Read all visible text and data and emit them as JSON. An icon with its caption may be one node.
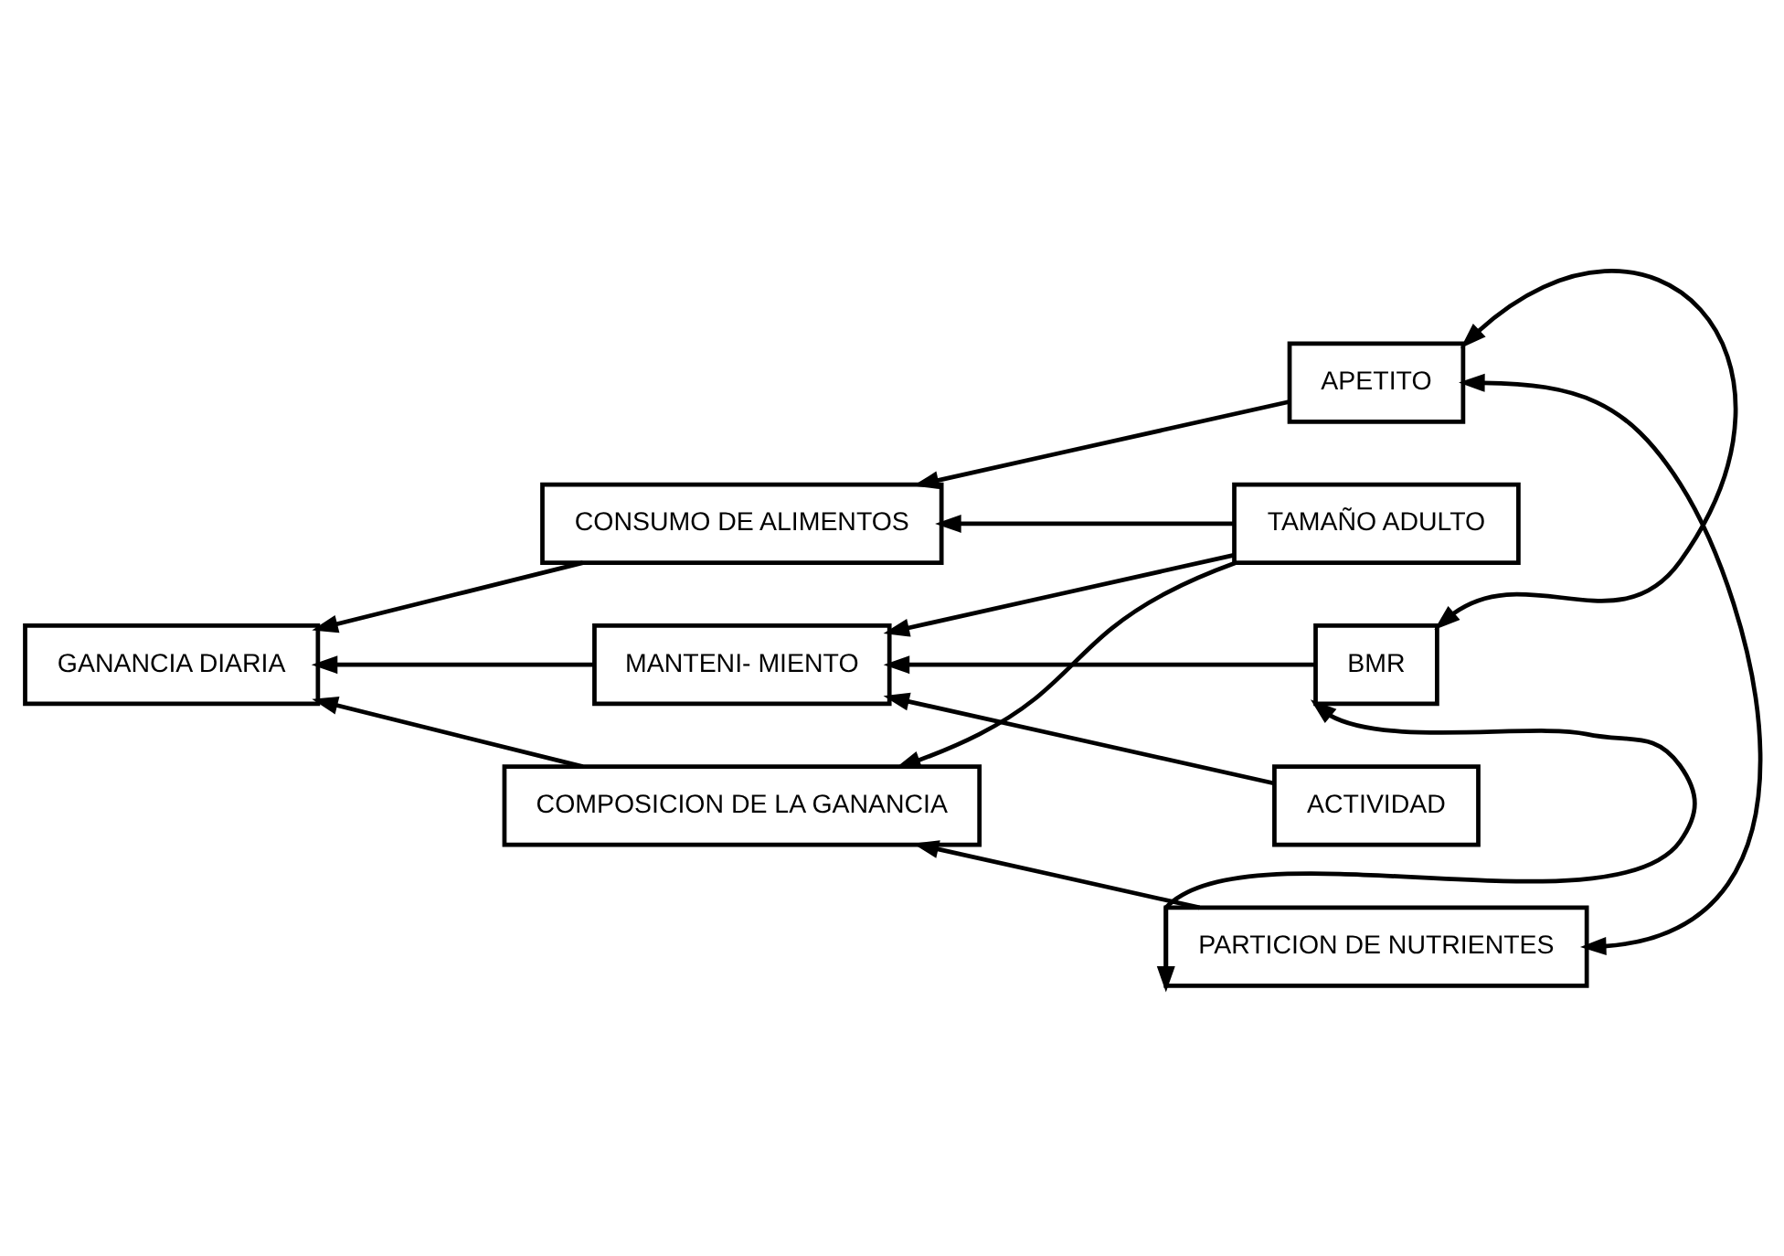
{
  "diagram": {
    "nodes": [
      {
        "text": [
          "GANANCIA DIARIA"
        ]
      },
      {
        "text": [
          "CONSUMO DE ALIMENTOS"
        ]
      },
      {
        "text": [
          "MANTENI- MIENTO"
        ]
      },
      {
        "text": [
          "COMPOSICION DE LA GANANCIA"
        ]
      },
      {
        "text": [
          "APETITO"
        ]
      },
      {
        "text": [
          "BMR"
        ]
      },
      {
        "text": [
          "ACTIVIDAD"
        ]
      },
      {
        "text": [
          "TAMAÑO ADULTO"
        ]
      },
      {
        "text": [
          "PARTICION DE NUTRIENTES"
        ]
      }
    ],
    "edges": [
      {
        "from": 1,
        "to": 0,
        "arrow": "to"
      },
      {
        "from": 2,
        "to": 0,
        "arrow": "to"
      },
      {
        "from": 3,
        "to": 0,
        "arrow": "to"
      },
      {
        "from": 4,
        "to": 1,
        "arrow": "to"
      },
      {
        "from": 7,
        "to": 1,
        "arrow": "to"
      },
      {
        "from": 5,
        "to": 2,
        "arrow": "to"
      },
      {
        "from": 6,
        "to": 2,
        "arrow": "to"
      },
      {
        "from": 7,
        "to": 2,
        "arrow": "to"
      },
      {
        "from": 7,
        "to": 3,
        "arrow": "to"
      },
      {
        "from": 8,
        "to": 3,
        "arrow": "to"
      },
      {
        "from": 4,
        "to": 5,
        "arrow": "both"
      },
      {
        "from": 4,
        "to": 8,
        "arrow": "both"
      },
      {
        "from": 5,
        "to": 8,
        "arrow": "both"
      }
    ]
  }
}
